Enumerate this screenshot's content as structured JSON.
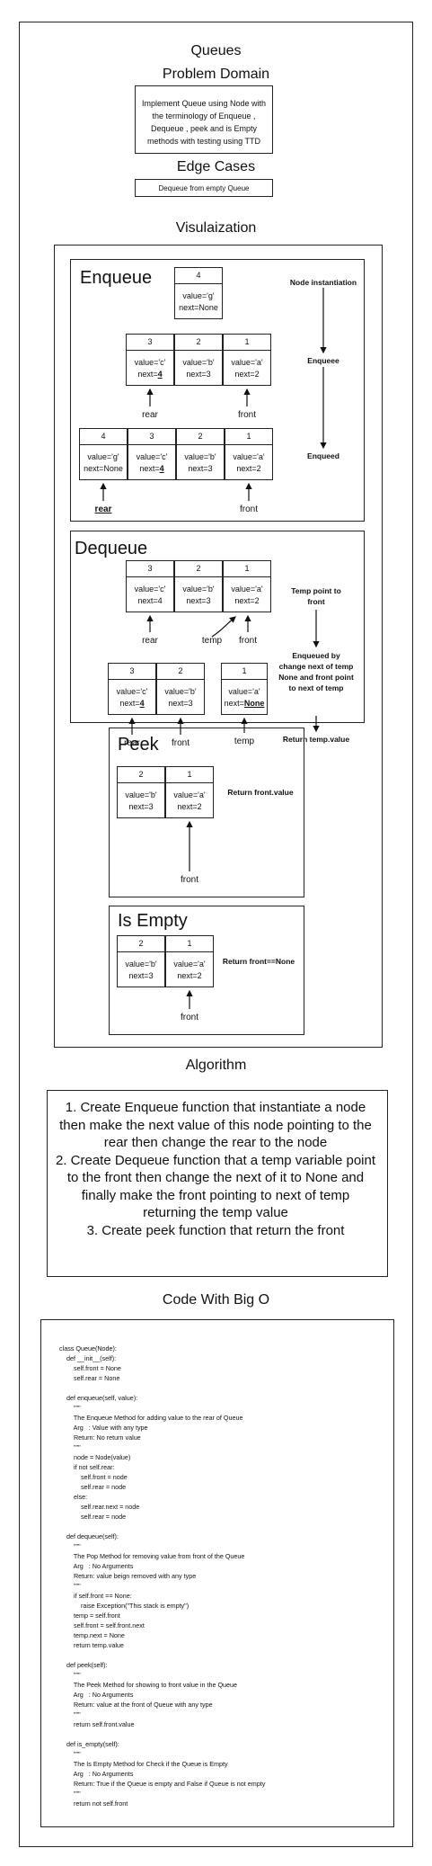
{
  "titles": {
    "main": "Queues",
    "problem": "Problem Domain",
    "edge": "Edge Cases",
    "visual": "Visulaization",
    "algorithm": "Algorithm",
    "code": "Code With Big O"
  },
  "problem_text": "Implement Queue using Node with the terminology of Enqueue , Dequeue , peek and is Empty methods with testing using TTD",
  "edge_text": "Dequeue from empty Queue",
  "enqueue": {
    "heading": "Enqueue",
    "new_node": {
      "idx": "4",
      "value": "value='g'",
      "next": "next=None"
    },
    "row1": [
      {
        "idx": "3",
        "value": "value='c'",
        "next": "next=",
        "next_b": "4"
      },
      {
        "idx": "2",
        "value": "value='b'",
        "next": "next=3",
        "next_b": ""
      },
      {
        "idx": "1",
        "value": "value='a'",
        "next": "next=2",
        "next_b": ""
      }
    ],
    "row2": [
      {
        "idx": "4",
        "value": "value='g'",
        "next": "next=None",
        "next_b": ""
      },
      {
        "idx": "3",
        "value": "value='c'",
        "next": "next=",
        "next_b": "4"
      },
      {
        "idx": "2",
        "value": "value='b'",
        "next": "next=3",
        "next_b": ""
      },
      {
        "idx": "1",
        "value": "value='a'",
        "next": "next=2",
        "next_b": ""
      }
    ],
    "rear": "rear",
    "front": "front",
    "notes": {
      "n1": "Node instantiation",
      "n2": "Enqueee",
      "n3": "Enqueed"
    }
  },
  "dequeue": {
    "heading": "Dequeue",
    "row1": [
      {
        "idx": "3",
        "value": "value='c'",
        "next": "next=4",
        "next_b": ""
      },
      {
        "idx": "2",
        "value": "value='b'",
        "next": "next=3",
        "next_b": ""
      },
      {
        "idx": "1",
        "value": "value='a'",
        "next": "next=2",
        "next_b": ""
      }
    ],
    "row2": [
      {
        "idx": "3",
        "value": "value='c'",
        "next": "next=",
        "next_b": "4"
      },
      {
        "idx": "2",
        "value": "value='b'",
        "next": "next=3",
        "next_b": ""
      }
    ],
    "temp_node": {
      "idx": "1",
      "value": "value='a'",
      "next": "next=",
      "next_b": "None"
    },
    "rear": "rear",
    "front": "front",
    "temp": "temp",
    "notes": {
      "n1": "Temp point to front",
      "n2": "Enqueued by change next of temp None and front point to next of temp",
      "n3": "Return temp.value"
    }
  },
  "peek": {
    "heading": "Peek",
    "nodes": [
      {
        "idx": "2",
        "value": "value='b'",
        "next": "next=3"
      },
      {
        "idx": "1",
        "value": "value='a'",
        "next": "next=2"
      }
    ],
    "front": "front",
    "note": "Return front.value"
  },
  "is_empty": {
    "heading": "Is Empty",
    "nodes": [
      {
        "idx": "2",
        "value": "value='b'",
        "next": "next=3"
      },
      {
        "idx": "1",
        "value": "value='a'",
        "next": "next=2"
      }
    ],
    "front": "front",
    "note": "Return front==None"
  },
  "algorithm": [
    "1. Create Enqueue function that instantiate a node then make the next value of this node pointing to the rear then change the rear to the node",
    "2. Create Dequeue function that a temp variable point to the front then change the next of it to None and finally make the front pointing to next of temp returning the temp value",
    "3. Create peek function that return the front"
  ],
  "code": "class Queue(Node):\n    def __init__(self):\n        self.front = None\n        self.rear = None\n\n    def enqueue(self, value):\n        \"\"\"\n        The Enqueue Method for adding value to the rear of Queue\n        Arg   : Value with any type\n        Return: No return value\n        \"\"\"\n        node = Node(value)\n        if not self.rear:\n            self.front = node\n            self.rear = node\n        else:\n            self.rear.next = node\n            self.rear = node\n\n    def dequeue(self):\n        \"\"\"\n        The Pop Method for removing value from front of the Queue\n        Arg   : No Arguments\n        Return: value beign removed with any type\n        \"\"\"\n        if self.front == None:\n            raise Exception(\"This stack is empty\")\n        temp = self.front\n        self.front = self.front.next\n        temp.next = None\n        return temp.value\n\n    def peek(self):\n        \"\"\"\n        The Peek Method for showing to front value in the Queue\n        Arg   : No Arguments\n        Return: value at the front of Queue with any type\n        \"\"\"\n        return self.front.value\n\n    def is_empty(self):\n        \"\"\"\n        The Is Empty Method for Check if the Queue is Empty\n        Arg   : No Arguments\n        Return: True if the Queue is empty and False if Queue is not empty\n        \"\"\"\n        return not self.front"
}
